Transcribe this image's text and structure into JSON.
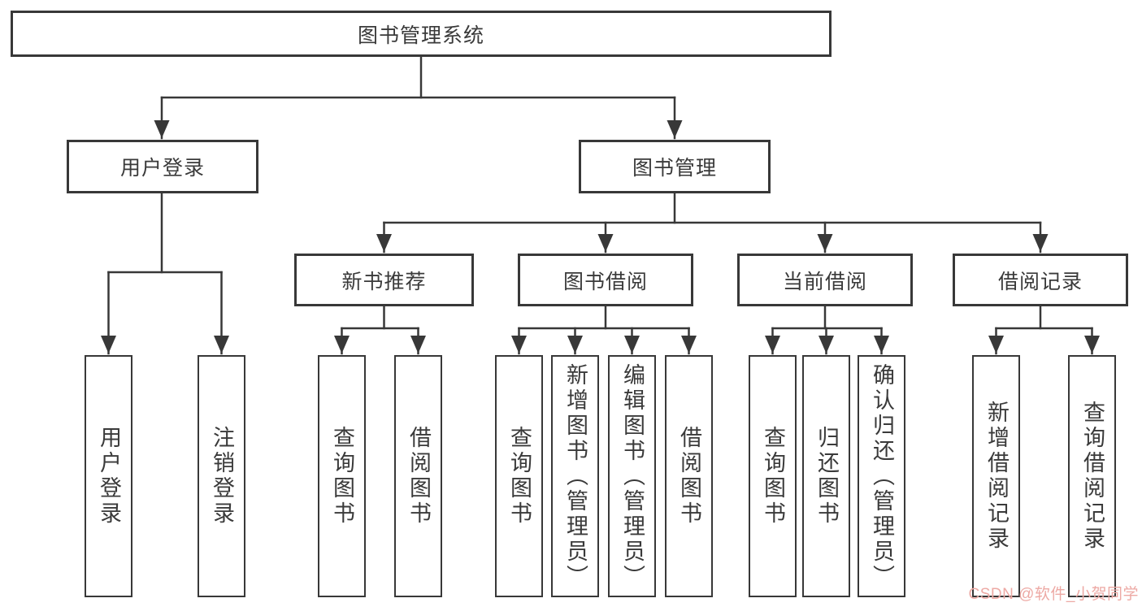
{
  "title": "图书管理系统",
  "watermark": "CSDN @软件_小贺同学",
  "colors": {
    "line": "#383838",
    "border": "#383838",
    "text": "#3a3a3a",
    "box_background": "#ffffff",
    "page_background": "#ffffff",
    "watermark": "#eda9a4"
  },
  "tree": {
    "root": {
      "label": "图书管理系统"
    },
    "level2": [
      {
        "label": "用户登录",
        "children": [
          {
            "label": "用户登录"
          },
          {
            "label": "注销登录"
          }
        ]
      },
      {
        "label": "图书管理",
        "children": [
          {
            "label": "新书推荐",
            "children": [
              {
                "label": "查询图书"
              },
              {
                "label": "借阅图书"
              }
            ]
          },
          {
            "label": "图书借阅",
            "children": [
              {
                "label": "查询图书"
              },
              {
                "label": "新增图书（管理员）"
              },
              {
                "label": "编辑图书（管理员）"
              },
              {
                "label": "借阅图书"
              }
            ]
          },
          {
            "label": "当前借阅",
            "children": [
              {
                "label": "查询图书"
              },
              {
                "label": "归还图书"
              },
              {
                "label": "确认归还（管理员）"
              }
            ]
          },
          {
            "label": "借阅记录",
            "children": [
              {
                "label": "新增借阅记录"
              },
              {
                "label": "查询借阅记录"
              }
            ]
          }
        ]
      }
    ]
  }
}
